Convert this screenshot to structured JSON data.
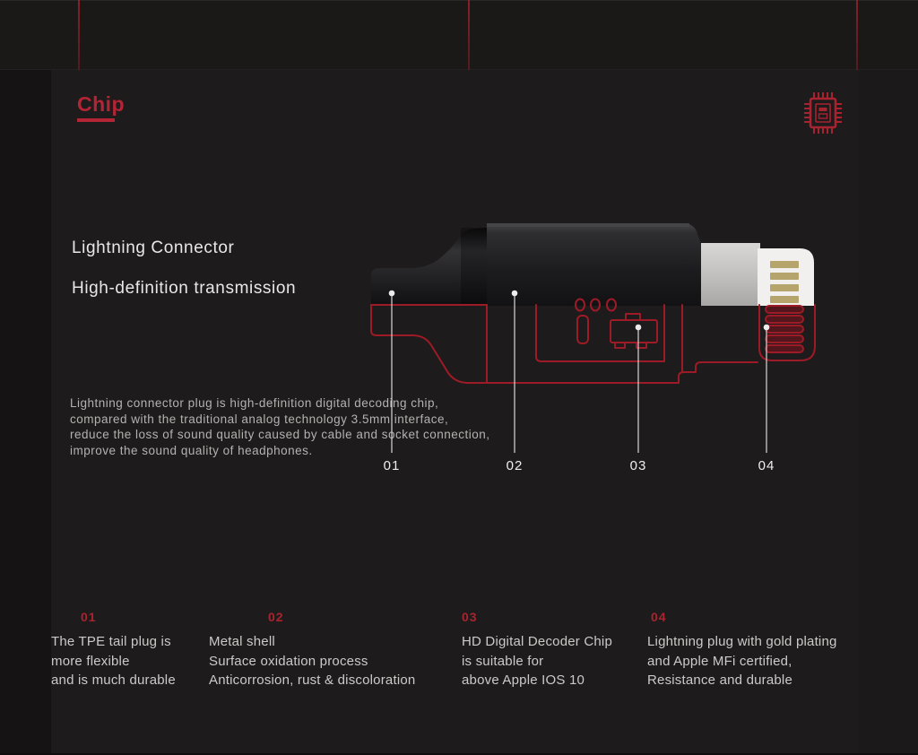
{
  "header": {
    "section_title": "Chip"
  },
  "hero": {
    "title_line1": "Lightning Connector",
    "title_line2": "High-definition transmission",
    "description_lines": [
      "Lightning connector plug is high-definition digital decoding chip,",
      "compared with the traditional analog technology 3.5mm interface,",
      "reduce the loss of sound quality caused by cable and socket connection,",
      "improve the sound quality of headphones."
    ]
  },
  "callouts": [
    {
      "label": "01"
    },
    {
      "label": "02"
    },
    {
      "label": "03"
    },
    {
      "label": "04"
    }
  ],
  "features": [
    {
      "number": "01",
      "lines": [
        "The TPE tail plug is",
        "more flexible",
        "and is much durable"
      ]
    },
    {
      "number": "02",
      "lines": [
        "Metal shell",
        "Surface oxidation process",
        "Anticorrosion, rust & discoloration"
      ]
    },
    {
      "number": "03",
      "lines": [
        "HD Digital Decoder Chip",
        "is suitable for",
        "above Apple IOS 10"
      ]
    },
    {
      "number": "04",
      "lines": [
        "Lightning plug with gold plating",
        "and Apple MFi certified,",
        "Resistance and durable"
      ]
    }
  ],
  "icons": {
    "chip": "chip-icon"
  },
  "colors": {
    "background": "#1e1b1c",
    "accent_red": "#b32534",
    "wireframe_red": "#9c1b26",
    "text_light": "#ccc9c9",
    "text_white": "#e9e7e7",
    "gold_pads": "#b5a46b"
  }
}
